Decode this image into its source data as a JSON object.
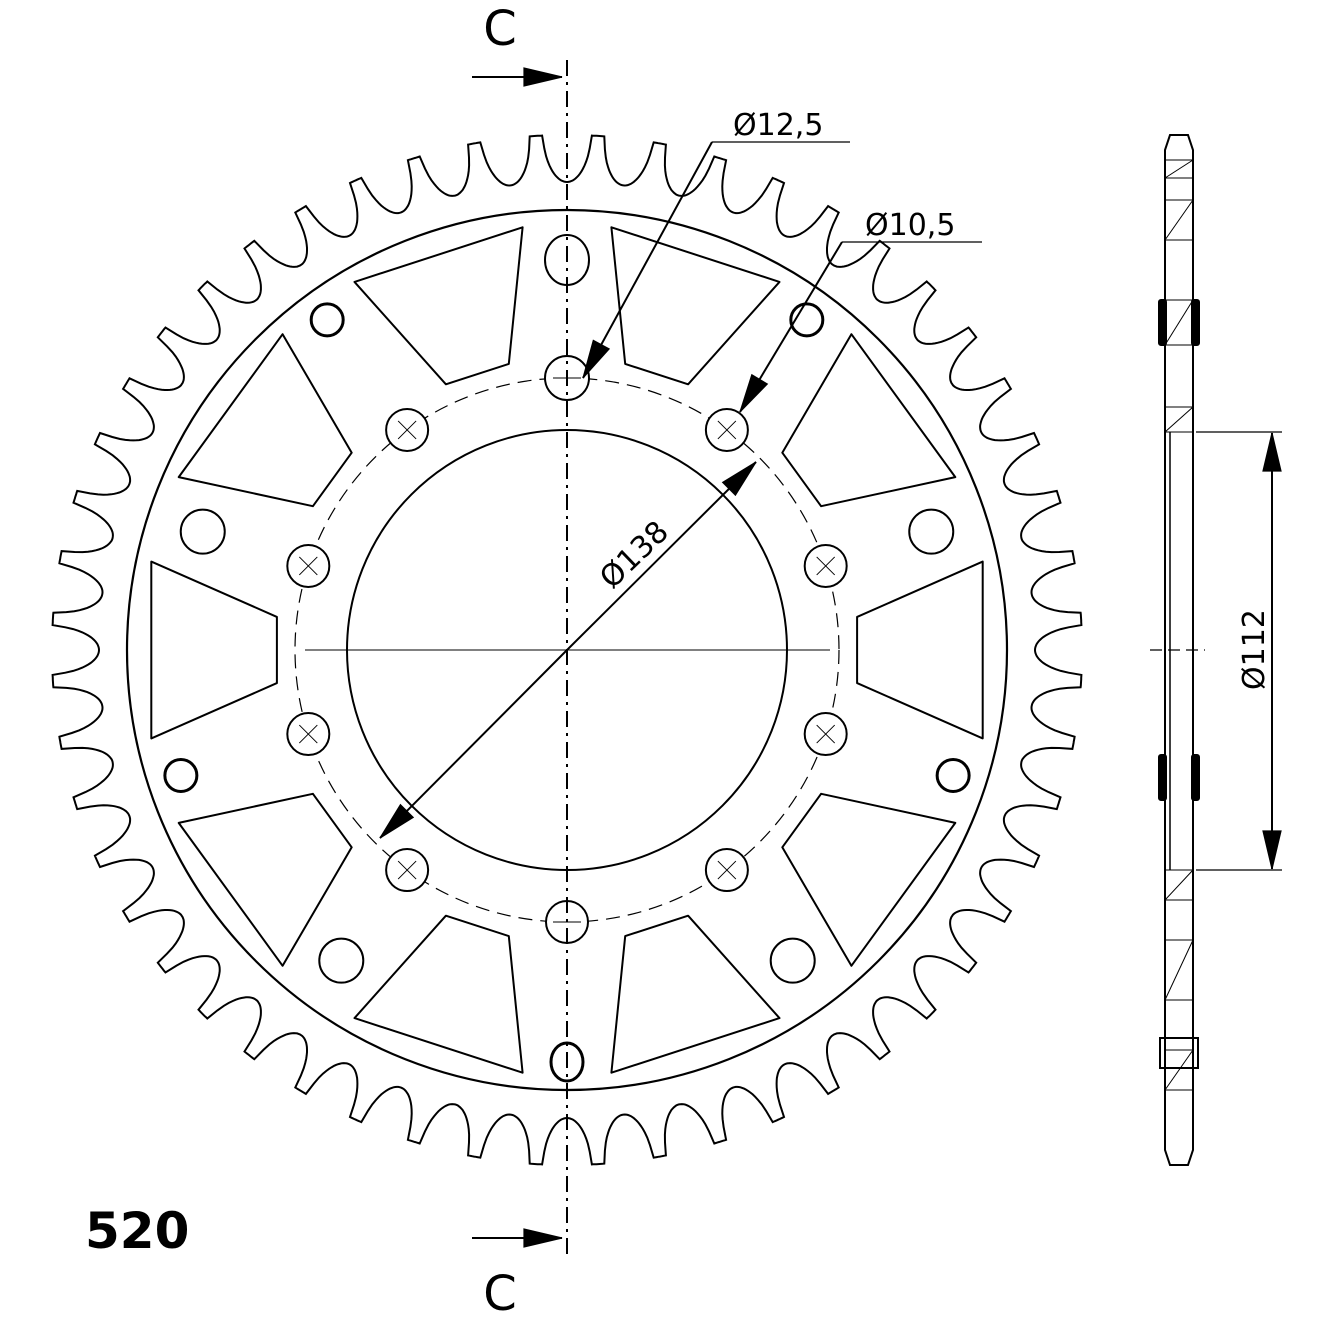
{
  "drawing": {
    "section_label_top": "C",
    "section_label_bottom": "C",
    "chain_pitch": "520",
    "dim_bolt_hole": "Ø12,5",
    "dim_small_hole": "Ø10,5",
    "dim_bolt_circle": "Ø138",
    "dim_bore": "Ø112",
    "line_color": "#000000",
    "background_color": "#ffffff"
  }
}
